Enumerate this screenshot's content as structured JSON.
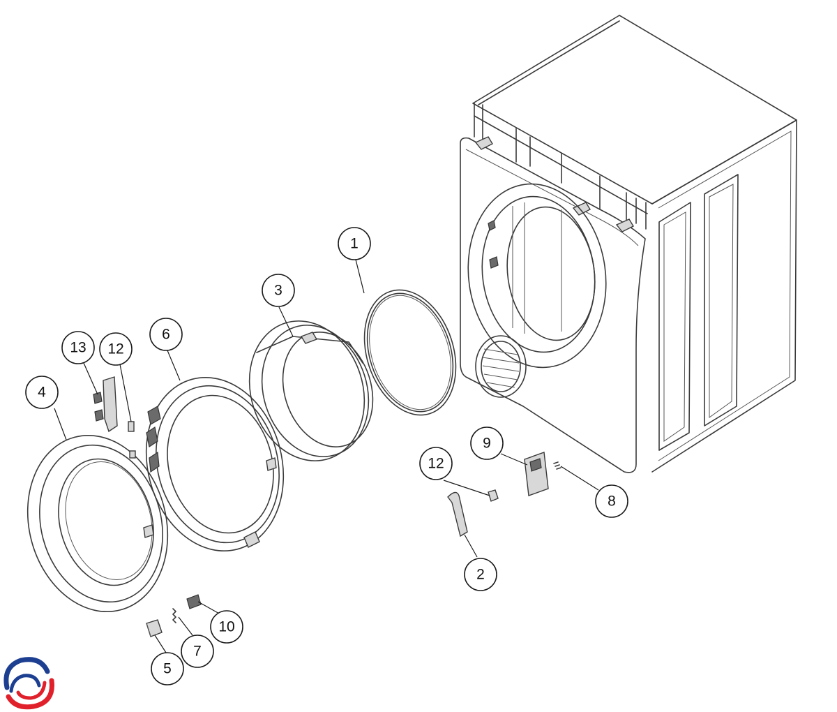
{
  "callouts": [
    {
      "id": "c1",
      "label": "1"
    },
    {
      "id": "c2",
      "label": "2"
    },
    {
      "id": "c3",
      "label": "3"
    },
    {
      "id": "c4",
      "label": "4"
    },
    {
      "id": "c5",
      "label": "5"
    },
    {
      "id": "c6",
      "label": "6"
    },
    {
      "id": "c7",
      "label": "7"
    },
    {
      "id": "c8",
      "label": "8"
    },
    {
      "id": "c9",
      "label": "9"
    },
    {
      "id": "c10",
      "label": "10"
    },
    {
      "id": "c12a",
      "label": "12"
    },
    {
      "id": "c12b",
      "label": "12"
    },
    {
      "id": "c13",
      "label": "13"
    }
  ],
  "logo": {
    "icon": "brand-swirl-logo",
    "colors": [
      "#1d3f91",
      "#e0202a"
    ]
  }
}
